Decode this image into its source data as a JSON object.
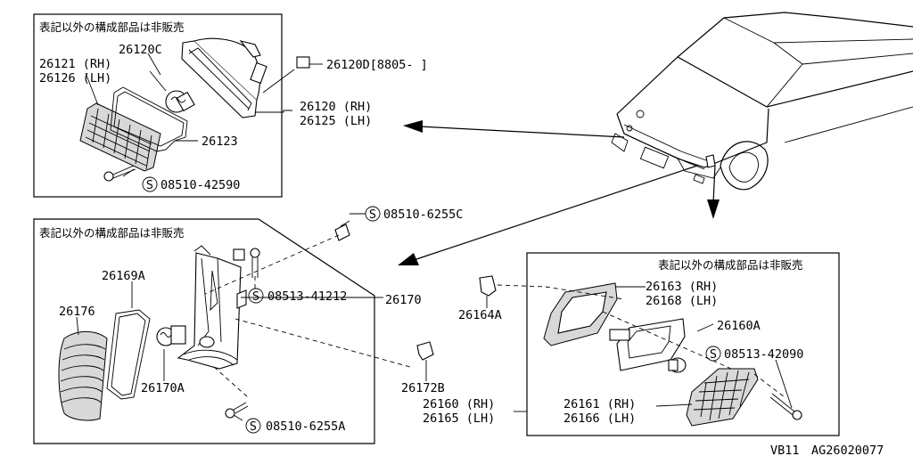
{
  "panels": {
    "top_left": {
      "note": "表記以外の構成部品は非販売",
      "labels": {
        "p26120C": "26120C",
        "p26121": "26121 (RH)",
        "p26126": "26126 (LH)",
        "p26120D": "26120D[8805-   ]",
        "p26120": "26120 (RH)",
        "p26125": "26125 (LH)",
        "p26123": "26123",
        "screw": "08510-42590"
      }
    },
    "bottom_left": {
      "note": "表記以外の構成部品は非販売",
      "labels": {
        "screw_top": "08510-6255C",
        "p26169A": "26169A",
        "p26176": "26176",
        "screw_mid": "08513-41212",
        "p26170": "26170",
        "p26170A": "26170A",
        "p26172B": "26172B",
        "screw_bot": "08510-6255A"
      }
    },
    "bottom_right": {
      "note": "表記以外の構成部品は非販売",
      "labels": {
        "p26163": "26163 (RH)",
        "p26168": "26168 (LH)",
        "p26164A": "26164A",
        "p26160A": "26160A",
        "screw": "08513-42090",
        "p26161": "26161 (RH)",
        "p26166": "26166 (LH)",
        "p26160": "26160 (RH)",
        "p26165": "26165 (LH)"
      }
    }
  },
  "screw_symbol": "S",
  "footer": {
    "model": "VB11",
    "code": "AG26020077"
  }
}
